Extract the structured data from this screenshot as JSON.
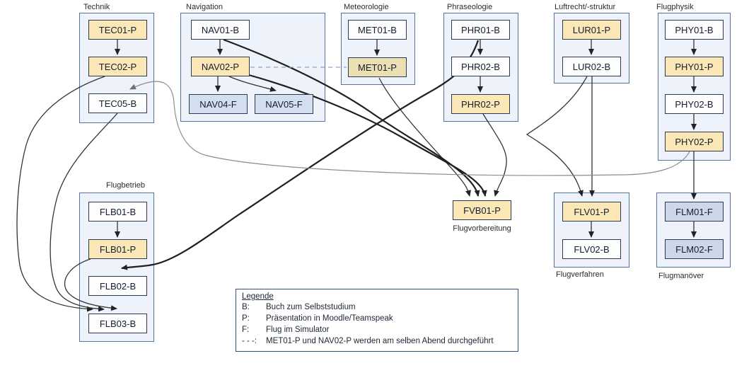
{
  "groups": [
    {
      "label": "Technik",
      "nodes": [
        {
          "code": "TEC01-P",
          "kind": "presentation"
        },
        {
          "code": "TEC02-P",
          "kind": "presentation"
        },
        {
          "code": "TEC05-B",
          "kind": "book"
        }
      ]
    },
    {
      "label": "Navigation",
      "nodes": [
        {
          "code": "NAV01-B",
          "kind": "book"
        },
        {
          "code": "NAV02-P",
          "kind": "presentation"
        },
        {
          "code": "NAV04-F",
          "kind": "flight"
        },
        {
          "code": "NAV05-F",
          "kind": "flight"
        }
      ]
    },
    {
      "label": "Meteorologie",
      "nodes": [
        {
          "code": "MET01-B",
          "kind": "book"
        },
        {
          "code": "MET01-P",
          "kind": "presentation"
        }
      ]
    },
    {
      "label": "Phraseologie",
      "nodes": [
        {
          "code": "PHR01-B",
          "kind": "book"
        },
        {
          "code": "PHR02-B",
          "kind": "book"
        },
        {
          "code": "PHR02-P",
          "kind": "presentation"
        }
      ]
    },
    {
      "label": "Luftrecht/-struktur",
      "nodes": [
        {
          "code": "LUR01-P",
          "kind": "presentation"
        },
        {
          "code": "LUR02-B",
          "kind": "book"
        }
      ]
    },
    {
      "label": "Flugphysik",
      "nodes": [
        {
          "code": "PHY01-B",
          "kind": "book"
        },
        {
          "code": "PHY01-P",
          "kind": "presentation"
        },
        {
          "code": "PHY02-B",
          "kind": "book"
        },
        {
          "code": "PHY02-P",
          "kind": "presentation"
        }
      ]
    },
    {
      "label": "Flugbetrieb",
      "nodes": [
        {
          "code": "FLB01-B",
          "kind": "book"
        },
        {
          "code": "FLB01-P",
          "kind": "presentation"
        },
        {
          "code": "FLB02-B",
          "kind": "book"
        },
        {
          "code": "FLB03-B",
          "kind": "book"
        }
      ]
    },
    {
      "label": "Flugverfahren",
      "nodes": [
        {
          "code": "FLV01-P",
          "kind": "presentation"
        },
        {
          "code": "FLV02-B",
          "kind": "book"
        }
      ]
    },
    {
      "label": "Flugmanöver",
      "nodes": [
        {
          "code": "FLM01-F",
          "kind": "flight"
        },
        {
          "code": "FLM02-F",
          "kind": "flight"
        }
      ]
    }
  ],
  "standalone": {
    "code": "FVB01-P",
    "kind": "presentation",
    "caption": "Flugvorbereitung"
  },
  "legend": {
    "title": "Legende",
    "entries": [
      {
        "key": "B:",
        "text": "Buch zum Selbststudium"
      },
      {
        "key": "P:",
        "text": "Präsentation in Moodle/Teamspeak"
      },
      {
        "key": "F:",
        "text": "Flug im Simulator"
      },
      {
        "key": "- - -:",
        "text": "MET01-P und NAV02-P werden am selben Abend durchgeführt"
      }
    ]
  },
  "edges": [
    {
      "from": "TEC01-P",
      "to": "TEC02-P",
      "style": "straight"
    },
    {
      "from": "NAV01-B",
      "to": "NAV02-P",
      "style": "straight"
    },
    {
      "from": "NAV02-P",
      "to": "NAV04-F",
      "style": "straight"
    },
    {
      "from": "NAV02-P",
      "to": "NAV05-F",
      "style": "diagonal"
    },
    {
      "from": "MET01-B",
      "to": "MET01-P",
      "style": "straight"
    },
    {
      "from": "PHR01-B",
      "to": "PHR02-B",
      "style": "straight"
    },
    {
      "from": "PHR02-B",
      "to": "PHR02-P",
      "style": "straight"
    },
    {
      "from": "LUR01-P",
      "to": "LUR02-B",
      "style": "straight"
    },
    {
      "from": "PHY01-B",
      "to": "PHY01-P",
      "style": "straight"
    },
    {
      "from": "PHY01-P",
      "to": "PHY02-B",
      "style": "straight"
    },
    {
      "from": "PHY02-B",
      "to": "PHY02-P",
      "style": "straight"
    },
    {
      "from": "FLB01-B",
      "to": "FLB01-P",
      "style": "straight"
    },
    {
      "from": "FLV01-P",
      "to": "FLV02-B",
      "style": "straight"
    },
    {
      "from": "FLM01-F",
      "to": "FLM02-F",
      "style": "straight"
    },
    {
      "from": "NAV01-B",
      "to": "FVB01-P",
      "style": "curved-thick"
    },
    {
      "from": "NAV02-P",
      "to": "FVB01-P",
      "style": "curved-thick"
    },
    {
      "from": "MET01-P",
      "to": "FVB01-P",
      "style": "curved"
    },
    {
      "from": "PHR02-P",
      "to": "FVB01-P",
      "style": "curved"
    },
    {
      "from": "LUR02-B",
      "to": "FLV01-P",
      "style": "straight"
    },
    {
      "from": "LUR02-B",
      "to": "FLV01-P",
      "style": "curved"
    },
    {
      "from": "PHY02-P",
      "to": "FLM01-F",
      "style": "straight"
    },
    {
      "from": "PHY02-P",
      "to": "TEC05-B",
      "style": "curved-gray"
    },
    {
      "from": "PHR01-B",
      "to": "FLB02-B",
      "style": "curved-thick"
    },
    {
      "from": "TEC02-P",
      "to": "FLB03-B",
      "style": "curved"
    },
    {
      "from": "TEC05-B",
      "to": "FLB03-B",
      "style": "curved"
    },
    {
      "from": "FLB01-P",
      "to": "FLB03-B",
      "style": "curved"
    },
    {
      "from": "NAV02-P",
      "to": "MET01-P",
      "style": "dashed",
      "directed": false
    }
  ],
  "colors": {
    "presentation_fill": "#fbe8b6",
    "book_fill": "#fdfdfe",
    "flight_fill": "#d3dfee",
    "flight_dark_fill": "#cdd7e8",
    "group_fill": "#eef2fa",
    "group_border": "#56749e",
    "node_border": "#2a3a52",
    "edge": "#333333",
    "edge_gray": "#8c8c8c",
    "dashed_link": "#8fa3c4"
  }
}
